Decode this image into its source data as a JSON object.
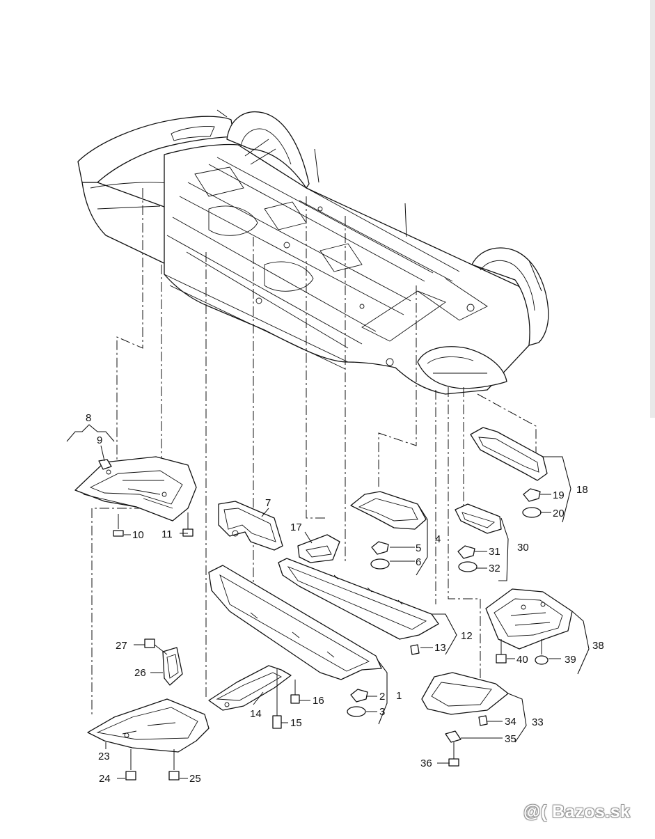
{
  "diagram": {
    "callouts": [
      {
        "id": "c1",
        "label": "1"
      },
      {
        "id": "c2",
        "label": "2"
      },
      {
        "id": "c3",
        "label": "3"
      },
      {
        "id": "c4",
        "label": "4"
      },
      {
        "id": "c5",
        "label": "5"
      },
      {
        "id": "c6",
        "label": "6"
      },
      {
        "id": "c7",
        "label": "7"
      },
      {
        "id": "c8",
        "label": "8"
      },
      {
        "id": "c9",
        "label": "9"
      },
      {
        "id": "c10",
        "label": "10"
      },
      {
        "id": "c11",
        "label": "11"
      },
      {
        "id": "c12",
        "label": "12"
      },
      {
        "id": "c13",
        "label": "13"
      },
      {
        "id": "c14",
        "label": "14"
      },
      {
        "id": "c15",
        "label": "15"
      },
      {
        "id": "c16",
        "label": "16"
      },
      {
        "id": "c17",
        "label": "17"
      },
      {
        "id": "c18",
        "label": "18"
      },
      {
        "id": "c19",
        "label": "19"
      },
      {
        "id": "c20",
        "label": "20"
      },
      {
        "id": "c23",
        "label": "23"
      },
      {
        "id": "c24",
        "label": "24"
      },
      {
        "id": "c25",
        "label": "25"
      },
      {
        "id": "c26",
        "label": "26"
      },
      {
        "id": "c27",
        "label": "27"
      },
      {
        "id": "c30",
        "label": "30"
      },
      {
        "id": "c31",
        "label": "31"
      },
      {
        "id": "c32",
        "label": "32"
      },
      {
        "id": "c33",
        "label": "33"
      },
      {
        "id": "c34",
        "label": "34"
      },
      {
        "id": "c35",
        "label": "35"
      },
      {
        "id": "c36",
        "label": "36"
      },
      {
        "id": "c38",
        "label": "38"
      },
      {
        "id": "c39",
        "label": "39"
      },
      {
        "id": "c40",
        "label": "40"
      }
    ]
  },
  "watermark": {
    "text": "@( Bazos.sk"
  }
}
